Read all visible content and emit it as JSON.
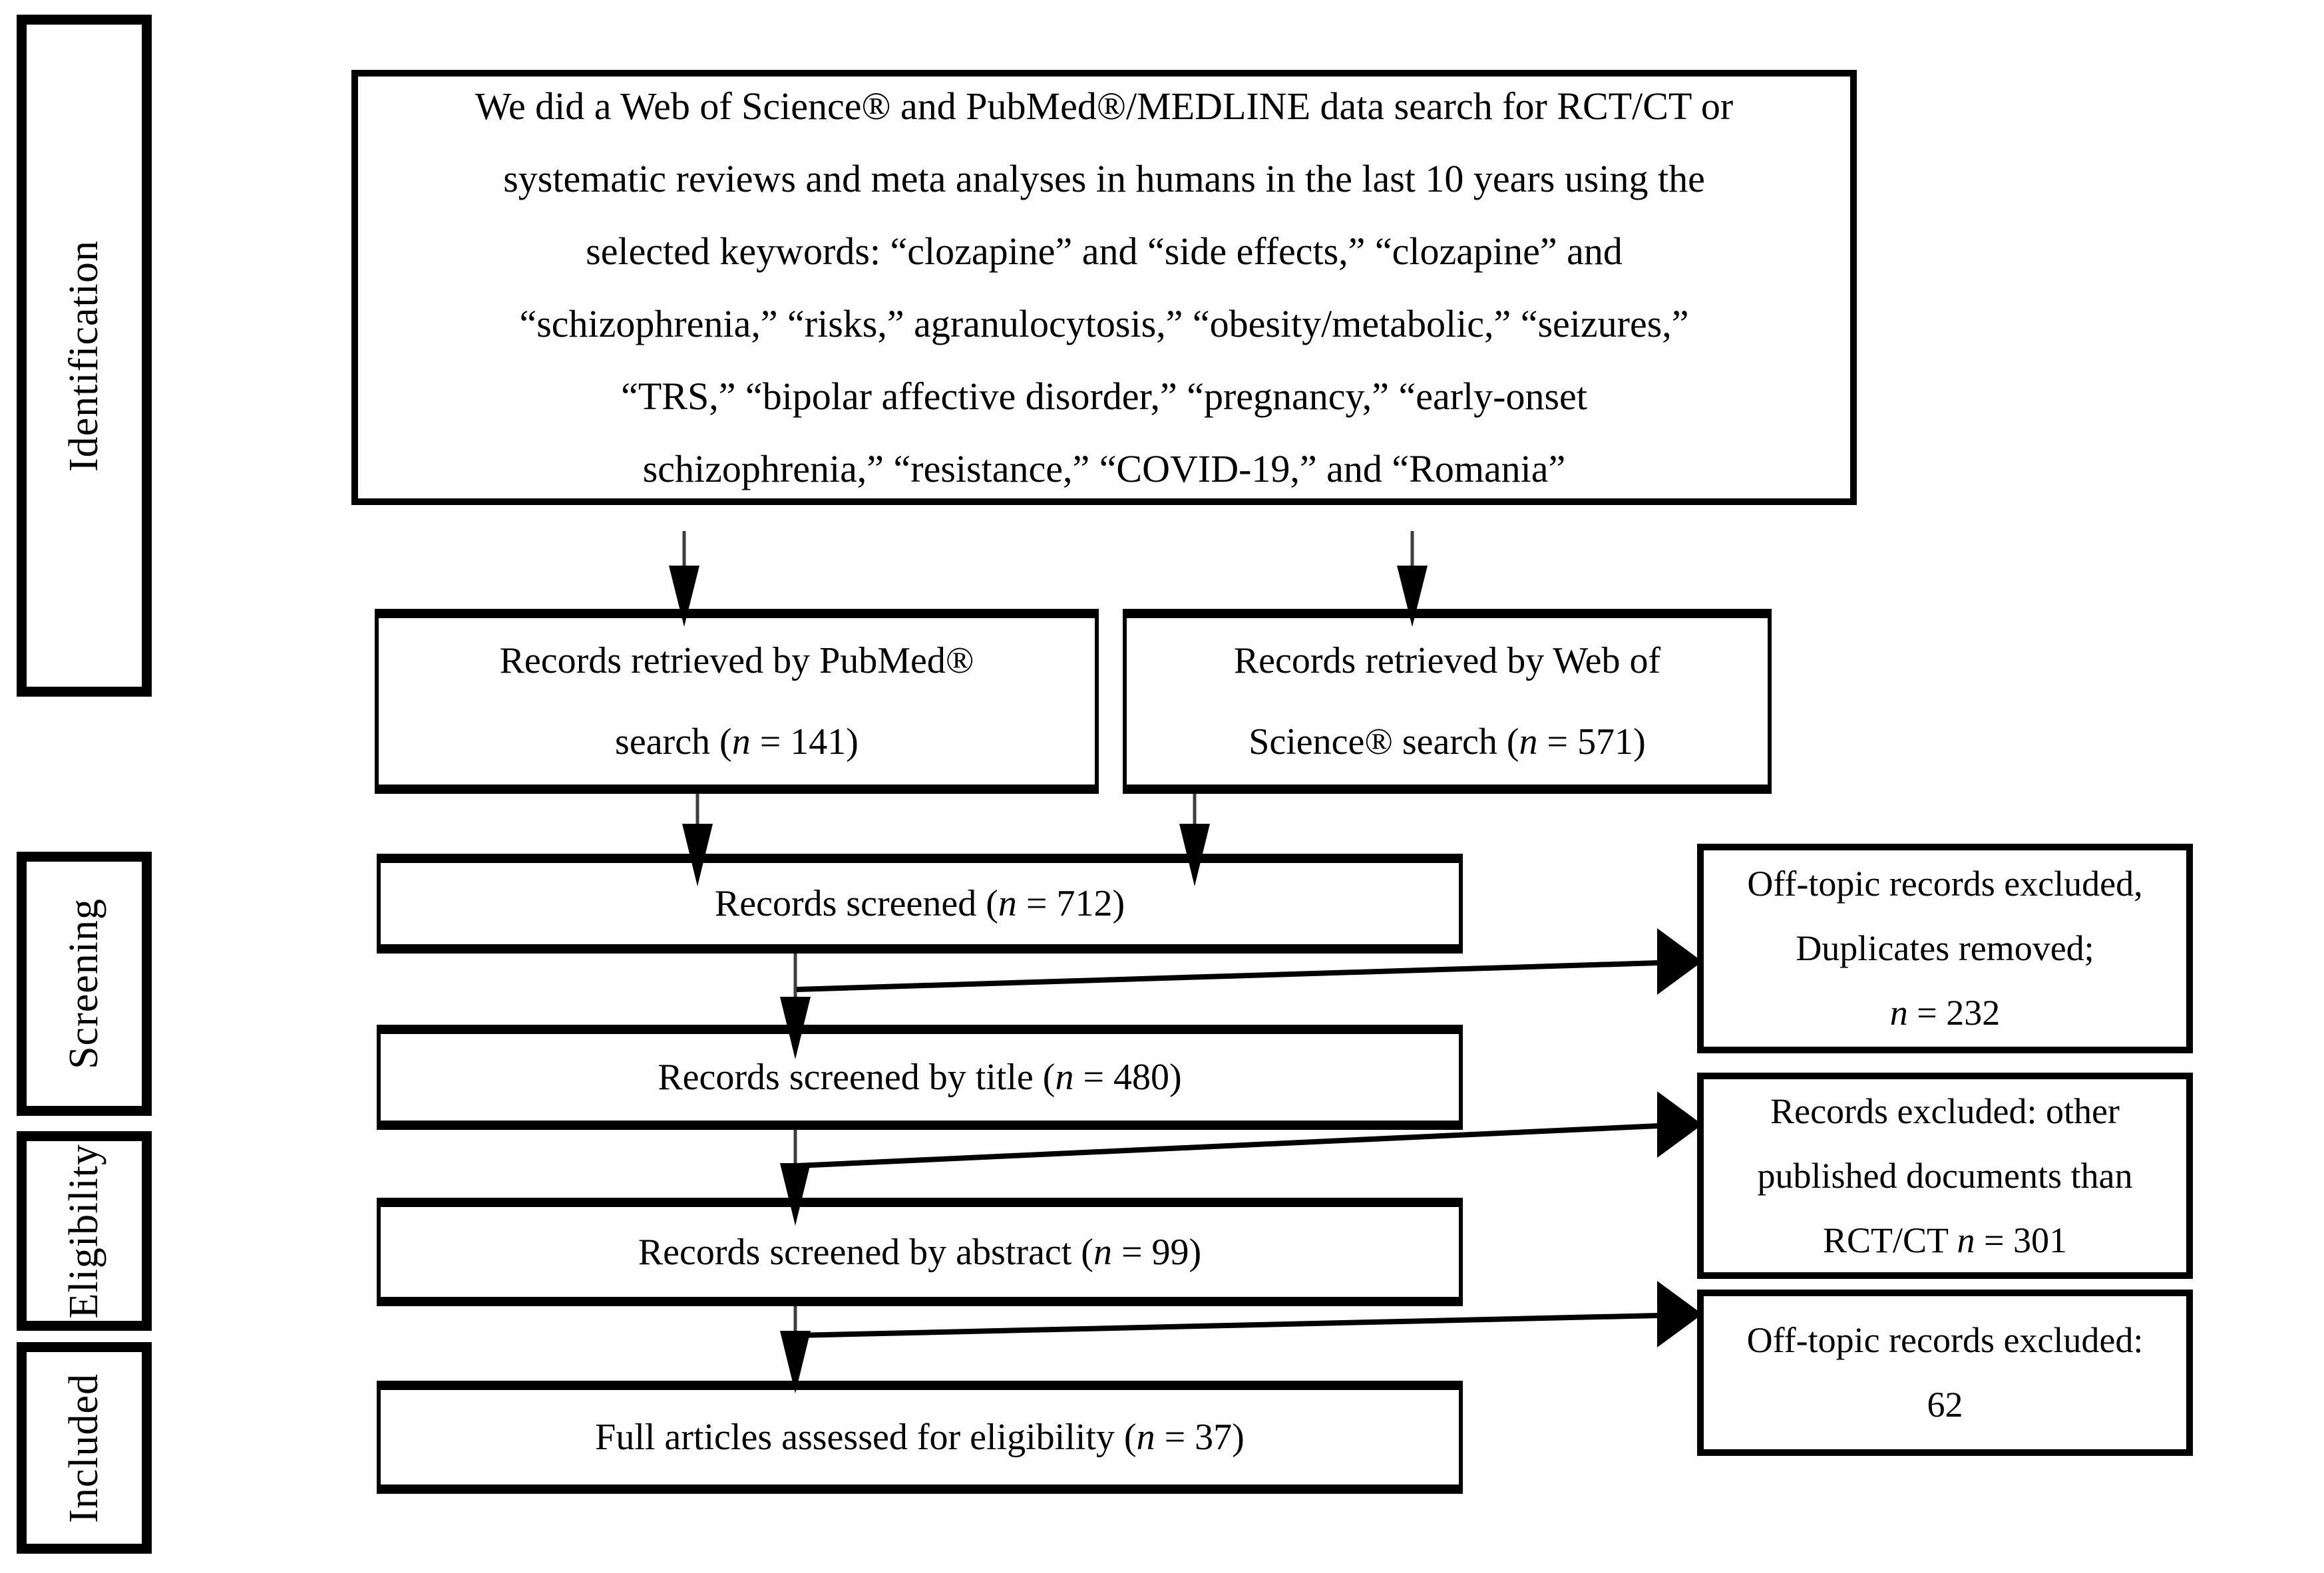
{
  "figure_title": "Literature search flow diagram (PRISMA-style)",
  "colors": {
    "ink": "#000000",
    "background": "#ffffff",
    "connector": "#3f3f3f"
  },
  "stages": [
    {
      "label": "Identification"
    },
    {
      "label": "Screening"
    },
    {
      "label": "Eligibility"
    },
    {
      "label": "Included"
    }
  ],
  "top_box": {
    "lines": [
      "We did a Web of Science® and PubMed®/MEDLINE data search for RCT/CT or",
      "systematic reviews and meta analyses in humans in the last 10 years using the",
      "selected keywords: “clozapine” and “side effects,” “clozapine” and",
      "“schizophrenia,” “risks,” agranulocytosis,” “obesity/metabolic,” “seizures,”",
      "“TRS,” “bipolar affective disorder,” “pregnancy,” “early-onset",
      "schizophrenia,” “resistance,” “COVID-19,” and “Romania”"
    ]
  },
  "flow": {
    "pubmed": {
      "lines": [
        {
          "pre": "Records retrieved by PubMed®"
        },
        {
          "pre": "search (",
          "n": "n",
          "post": " = 141)"
        }
      ]
    },
    "wos": {
      "lines": [
        {
          "pre": "Records retrieved by Web of"
        },
        {
          "pre": "Science® search (",
          "n": "n",
          "post": " = 571)"
        }
      ]
    },
    "screened": {
      "lines": [
        {
          "pre": "Records screened (",
          "n": "n",
          "post": " = 712)"
        }
      ]
    },
    "by_title": {
      "lines": [
        {
          "pre": "Records screened by title (",
          "n": "n",
          "post": " = 480)"
        }
      ]
    },
    "by_abstract": {
      "lines": [
        {
          "pre": "Records screened by abstract (",
          "n": "n",
          "post": " = 99)"
        }
      ]
    },
    "full_articles": {
      "lines": [
        {
          "pre": "Full articles assessed for eligibility (",
          "n": "n",
          "post": " = 37)"
        }
      ]
    }
  },
  "exclusions": {
    "duplicates": {
      "lines": [
        {
          "pre": "Off-topic records excluded,"
        },
        {
          "pre": "Duplicates removed;"
        },
        {
          "n": "n",
          "post": " = 232"
        }
      ]
    },
    "non_rct": {
      "lines": [
        {
          "pre": "Records excluded: other"
        },
        {
          "pre": "published documents than"
        },
        {
          "pre": "RCT/CT ",
          "n": "n",
          "post": " = 301"
        }
      ]
    },
    "off_topic": {
      "lines": [
        {
          "pre": "Off-topic records excluded:"
        },
        {
          "pre": "62"
        }
      ]
    }
  }
}
